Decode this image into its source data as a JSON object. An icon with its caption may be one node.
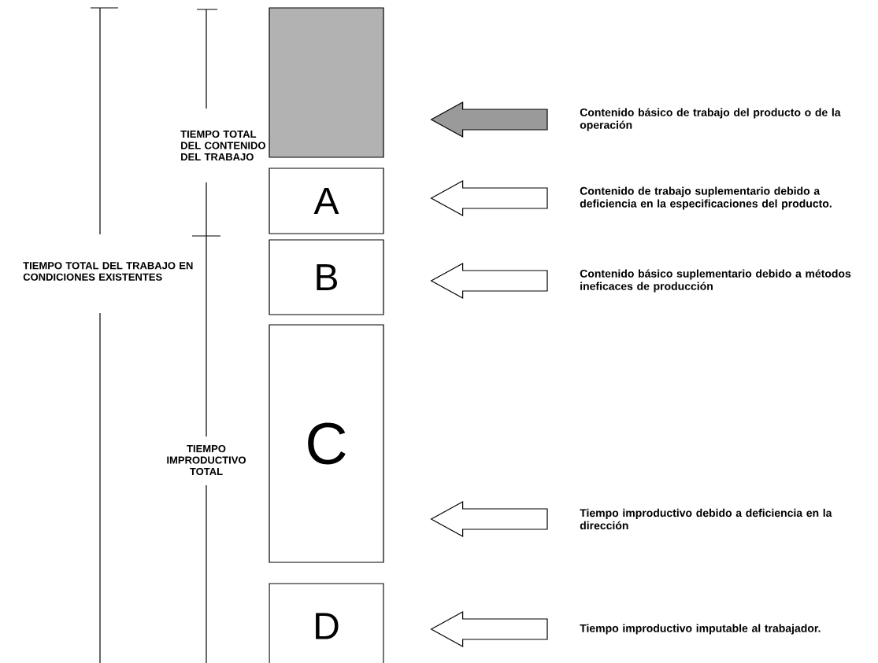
{
  "diagram": {
    "nodes": [
      {
        "text": [],
        "shape": "box"
      },
      {
        "text": [
          "Contenido básico de trabajo del producto o de la operación"
        ]
      },
      {
        "text": [
          "A"
        ]
      },
      {
        "text": [
          "Contenido de trabajo suplementario debido a deficiencia en la especificaciones del producto."
        ]
      },
      {
        "text": [
          "B"
        ]
      },
      {
        "text": [
          "Contenido básico suplementario debido a métodos ineficaces de producción"
        ]
      },
      {
        "text": [
          "C"
        ]
      },
      {
        "text": [
          "Tiempo improductivo debido a deficiencia en la dirección"
        ]
      },
      {
        "text": [
          "D"
        ]
      },
      {
        "text": [
          "Tiempo improductivo imputable al trabajador."
        ]
      }
    ],
    "edges": [
      {
        "from": 1,
        "to": 0,
        "arrow": "to",
        "color": "#9a9a9a"
      },
      {
        "from": 3,
        "to": 2,
        "arrow": "to"
      },
      {
        "from": 5,
        "to": 4,
        "arrow": "to"
      },
      {
        "from": 7,
        "to": 6,
        "arrow": "to"
      },
      {
        "from": 9,
        "to": 8,
        "arrow": "to"
      }
    ],
    "labels": [
      "TIEMPO TOTAL DEL CONTENIDO DEL TRABAJO",
      "TIEMPO TOTAL DEL TRABAJO EN CONDICIONES EXISTENTES",
      "TIEMPO IMPRODUCTIVO TOTAL"
    ]
  }
}
